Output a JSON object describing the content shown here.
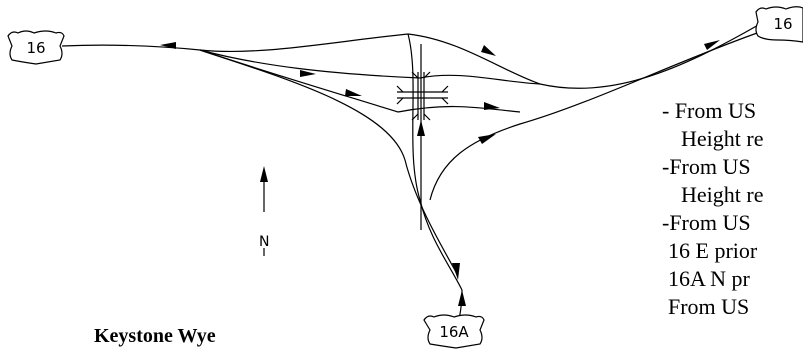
{
  "shields": {
    "west": "16",
    "east": "16",
    "south": "16A"
  },
  "north_label": "N",
  "notes": [
    "- From US",
    "Height re",
    "-From US",
    "Height re",
    "-From US",
    "16 E prior",
    "16A N pr",
    "From US"
  ],
  "caption": "Keystone Wye"
}
